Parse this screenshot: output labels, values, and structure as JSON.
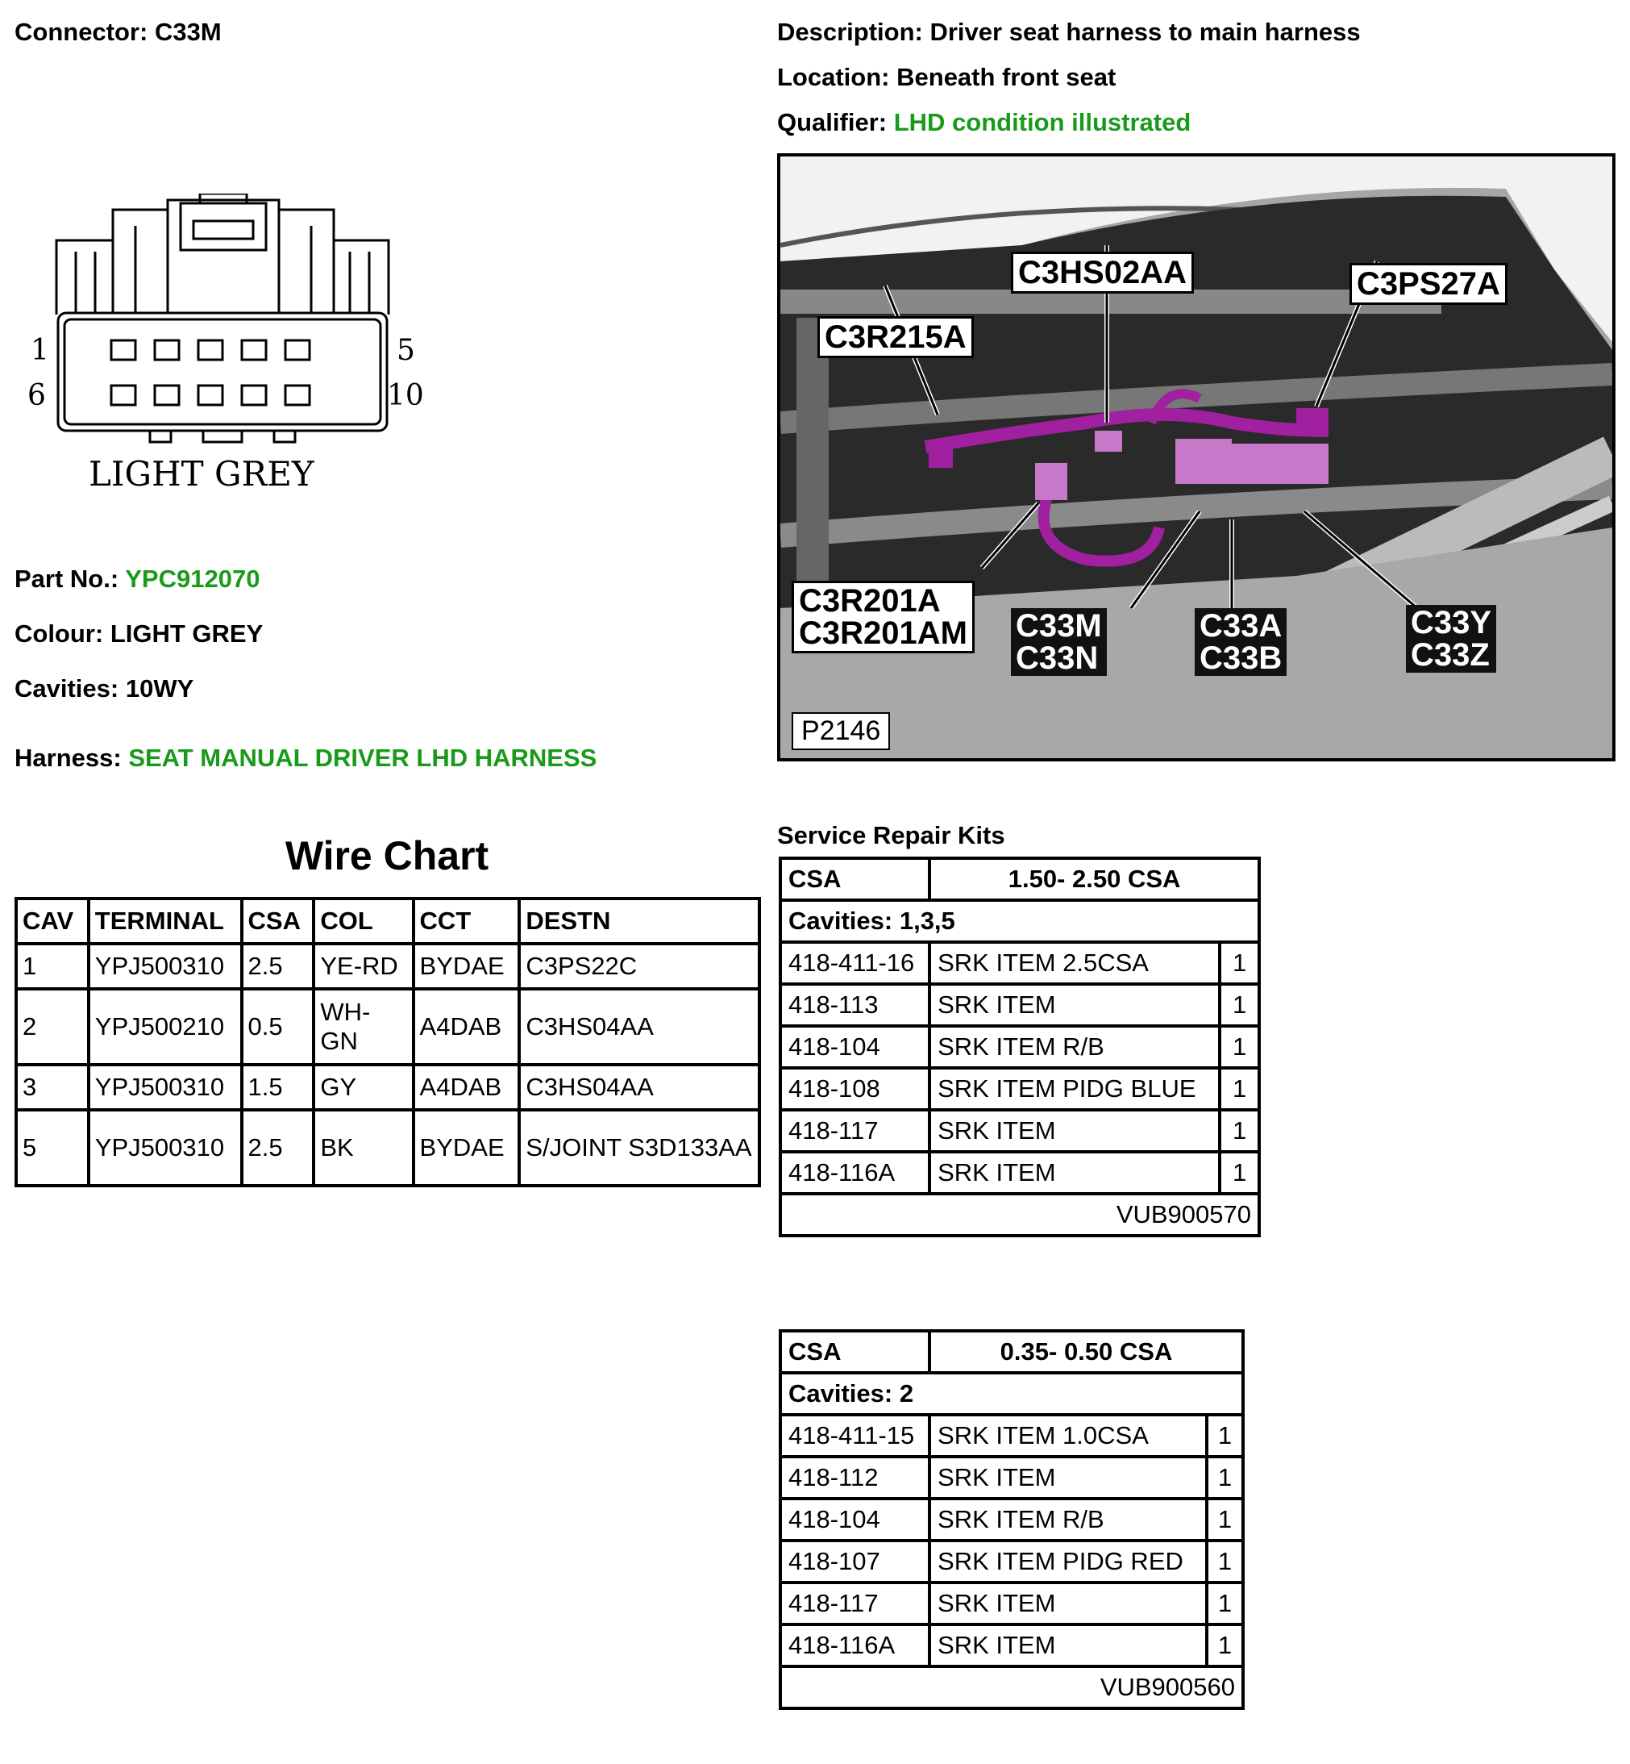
{
  "connector": {
    "label": "Connector:",
    "value": "C33M"
  },
  "description": {
    "label": "Description:",
    "value": "Driver seat harness to main harness"
  },
  "location": {
    "label": "Location:",
    "value": "Beneath front seat"
  },
  "qualifier": {
    "label": "Qualifier:",
    "value": "LHD condition illustrated"
  },
  "diagram": {
    "pin_top_left": "1",
    "pin_top_right": "5",
    "pin_bottom_left": "6",
    "pin_bottom_right": "10",
    "colour_text": "LIGHT GREY"
  },
  "part_no": {
    "label": "Part No.:",
    "value": "YPC912070"
  },
  "colour": {
    "label": "Colour:",
    "value": "LIGHT GREY"
  },
  "cavities": {
    "label": "Cavities:",
    "value": "10WY"
  },
  "harness": {
    "label": "Harness:",
    "value": "SEAT MANUAL DRIVER LHD HARNESS"
  },
  "photo": {
    "ref": "P2146",
    "labels": [
      "C3HS02AA",
      "C3PS27A",
      "C3R215A",
      "C3R201A",
      "C3R201AM",
      "C33M",
      "C33N",
      "C33A",
      "C33B",
      "C33Y",
      "C33Z"
    ]
  },
  "wire_chart": {
    "title": "Wire Chart",
    "headers": [
      "CAV",
      "TERMINAL",
      "CSA",
      "COL",
      "CCT",
      "DESTN"
    ],
    "rows": [
      [
        "1",
        "YPJ500310",
        "2.5",
        "YE-RD",
        "BYDAE",
        "C3PS22C"
      ],
      [
        "2",
        "YPJ500210",
        "0.5",
        "WH-GN",
        "A4DAB",
        "C3HS04AA"
      ],
      [
        "3",
        "YPJ500310",
        "1.5",
        "GY",
        "A4DAB",
        "C3HS04AA"
      ],
      [
        "5",
        "YPJ500310",
        "2.5",
        "BK",
        "BYDAE",
        "S/JOINT S3D133AA"
      ]
    ]
  },
  "srk_title": "Service Repair Kits",
  "kit1": {
    "csa_label": "CSA",
    "csa_range": "1.50- 2.50 CSA",
    "cavities": "Cavities: 1,3,5",
    "rows": [
      [
        "418-411-16",
        "SRK ITEM 2.5CSA",
        "1"
      ],
      [
        "418-113",
        "SRK ITEM",
        "1"
      ],
      [
        "418-104",
        "SRK ITEM R/B",
        "1"
      ],
      [
        "418-108",
        "SRK ITEM PIDG BLUE",
        "1"
      ],
      [
        "418-117",
        "SRK ITEM",
        "1"
      ],
      [
        "418-116A",
        "SRK ITEM",
        "1"
      ]
    ],
    "kit_no": "VUB900570"
  },
  "kit2": {
    "csa_label": "CSA",
    "csa_range": "0.35- 0.50 CSA",
    "cavities": "Cavities: 2",
    "rows": [
      [
        "418-411-15",
        "SRK ITEM 1.0CSA",
        "1"
      ],
      [
        "418-112",
        "SRK ITEM",
        "1"
      ],
      [
        "418-104",
        "SRK ITEM R/B",
        "1"
      ],
      [
        "418-107",
        "SRK ITEM PIDG RED",
        "1"
      ],
      [
        "418-117",
        "SRK ITEM",
        "1"
      ],
      [
        "418-116A",
        "SRK ITEM",
        "1"
      ]
    ],
    "kit_no": "VUB900560"
  }
}
